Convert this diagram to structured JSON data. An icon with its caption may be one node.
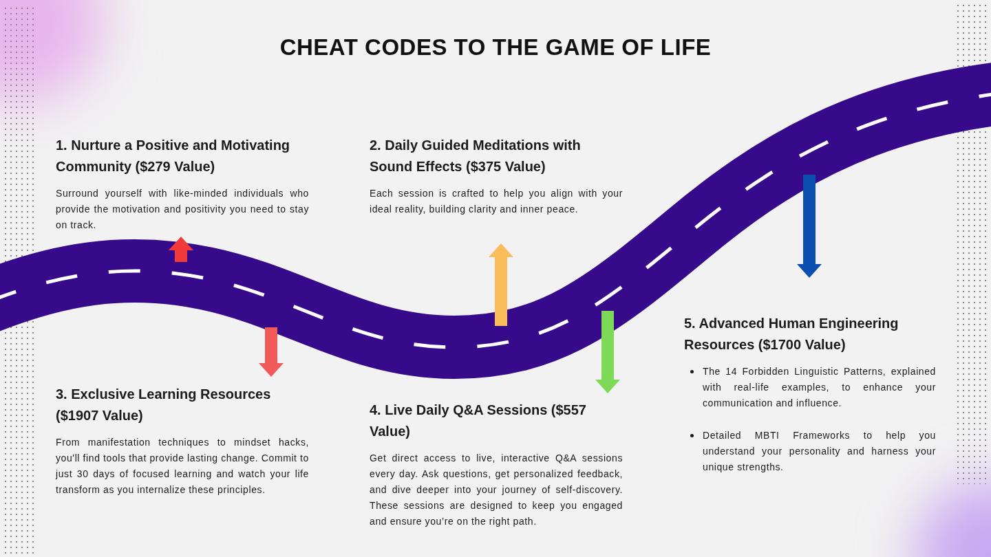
{
  "diagram": {
    "title": "CHEAT CODES TO THE GAME OF LIFE",
    "nodes": [
      {
        "text": [
          "1. Nurture a Positive and Motivating Community ($279 Value)",
          "Surround yourself with like-minded individuals who provide the motivation and positivity you need to stay on track."
        ]
      },
      {
        "text": [
          "2. Daily Guided Meditations with Sound Effects ($375 Value)",
          "Each session is crafted to help you align with your ideal reality, building clarity and inner peace."
        ]
      },
      {
        "text": [
          "3. Exclusive Learning Resources ($1907 Value)",
          "From manifestation techniques to mindset hacks, you'll find tools that provide lasting change. Commit to just 30 days of focused learning and watch your life transform as you internalize these principles."
        ]
      },
      {
        "text": [
          "4. Live Daily Q&A Sessions ($557 Value)",
          "Get direct access to live, interactive Q&A sessions every day. Ask questions, get personalized feedback, and dive deeper into your journey of self-discovery. These sessions are designed to keep you engaged and ensure you’re on the right path."
        ]
      },
      {
        "text": [
          "5. Advanced Human Engineering Resources ($1700 Value)",
          "The 14 Forbidden Linguistic Patterns, explained with real-life examples, to enhance your communication and influence.",
          "Detailed MBTI Frameworks to help you understand your personality and harness your unique strengths."
        ]
      }
    ]
  }
}
